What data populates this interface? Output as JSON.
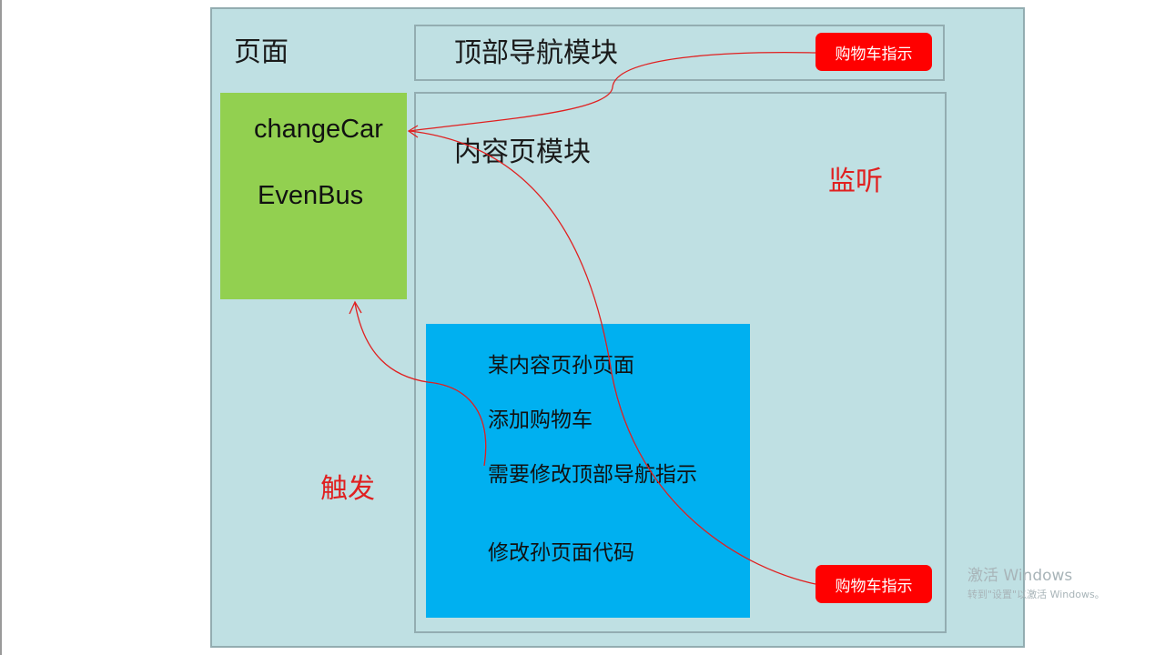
{
  "page": {
    "label": "页面"
  },
  "top_nav": {
    "label": "顶部导航模块"
  },
  "content_module": {
    "label": "内容页模块"
  },
  "event_bus": {
    "method": "changeCar",
    "name": "EvenBus"
  },
  "grandchild": {
    "lines": [
      "某内容页孙页面",
      "添加购物车",
      "需要修改顶部导航指示",
      "修改孙页面代码"
    ]
  },
  "badges": {
    "top": "购物车指示",
    "bottom": "购物车指示"
  },
  "annotations": {
    "listen": "监听",
    "trigger": "触发"
  },
  "watermark": {
    "title": "激活 Windows",
    "subtitle": "转到\"设置\"以激活 Windows。"
  },
  "colors": {
    "page_bg": "#bfe0e3",
    "bus_box": "#92d050",
    "grandchild_box": "#00b0f0",
    "badge": "#ff0000",
    "arrow": "#e02020"
  }
}
